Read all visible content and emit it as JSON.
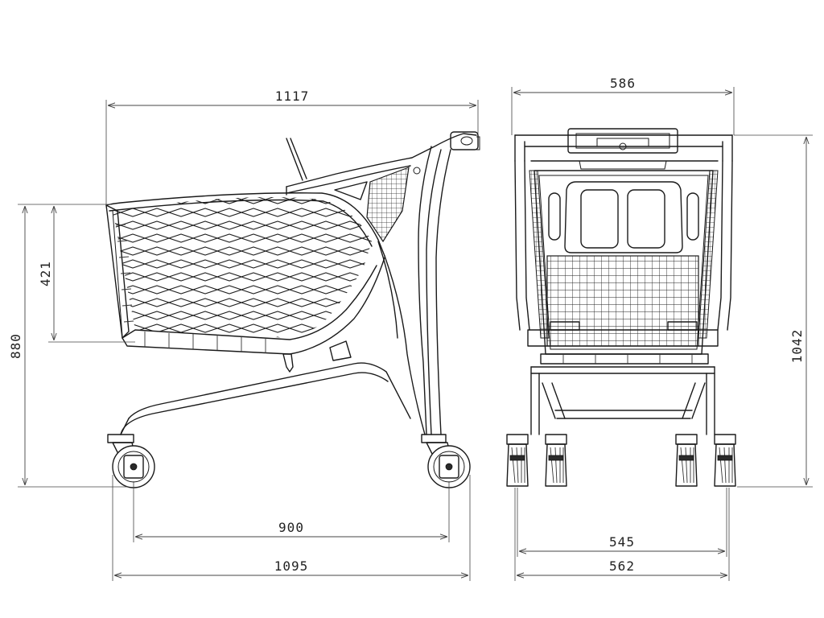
{
  "drawing": {
    "side_view": {
      "dimensions": {
        "overall_length": "1117",
        "wheelbase": "900",
        "base_length": "1095",
        "basket_height": "880",
        "basket_depth": "421"
      }
    },
    "front_view": {
      "dimensions": {
        "top_width": "586",
        "overall_height": "1042",
        "wheel_track": "545",
        "base_width": "562"
      }
    }
  },
  "colors": {
    "line": "#1a1a1a",
    "background": "#ffffff"
  }
}
